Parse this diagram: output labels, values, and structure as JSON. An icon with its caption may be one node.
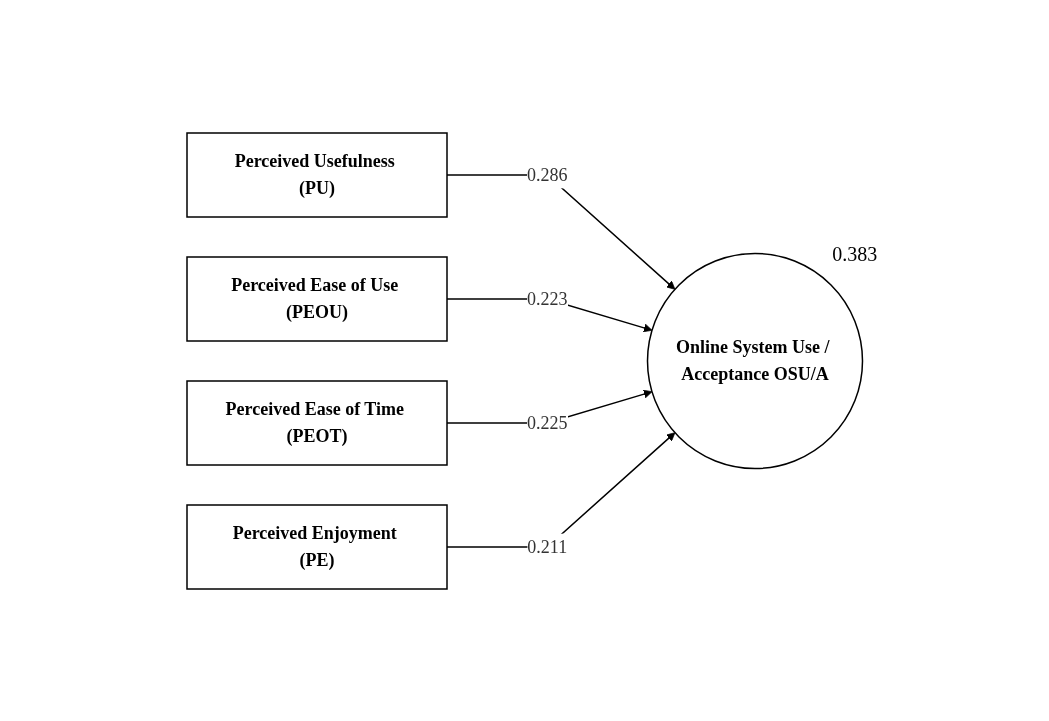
{
  "diagram": {
    "nodes": [
      {
        "text": [
          "Perceived Usefulness (PU)"
        ]
      },
      {
        "text": [
          "Perceived Ease of Use (PEOU)"
        ]
      },
      {
        "text": [
          "Perceived Ease of Time (PEOT)"
        ]
      },
      {
        "text": [
          "Perceived Enjoyment (PE)"
        ]
      },
      {
        "text": [
          "Online System Use / Acceptance OSU/A"
        ],
        "beside": [
          "0.383"
        ]
      }
    ],
    "edges": [
      {
        "from": 0,
        "to": 4,
        "arrow": "to",
        "label": "0.286"
      },
      {
        "from": 1,
        "to": 4,
        "arrow": "to",
        "label": "0.223"
      },
      {
        "from": 2,
        "to": 4,
        "arrow": "to",
        "label": "0.225"
      },
      {
        "from": 3,
        "to": 4,
        "arrow": "to",
        "label": "0.211"
      }
    ]
  }
}
